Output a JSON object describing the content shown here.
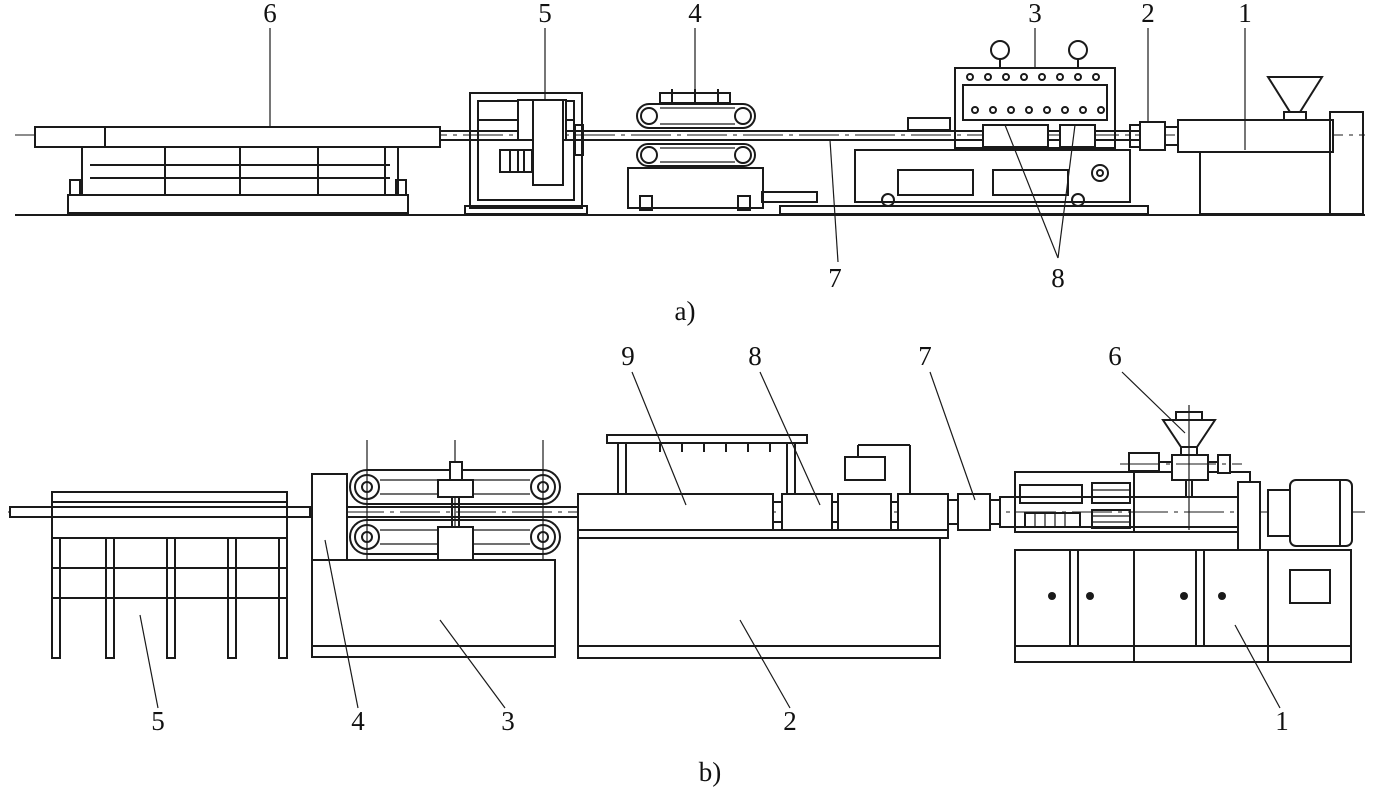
{
  "diagram_a": {
    "caption": "a)",
    "labels": [
      "6",
      "5",
      "4",
      "3",
      "2",
      "1",
      "7",
      "8"
    ]
  },
  "diagram_b": {
    "caption": "b)",
    "labels": [
      "9",
      "8",
      "7",
      "6",
      "5",
      "4",
      "3",
      "2",
      "1"
    ]
  }
}
